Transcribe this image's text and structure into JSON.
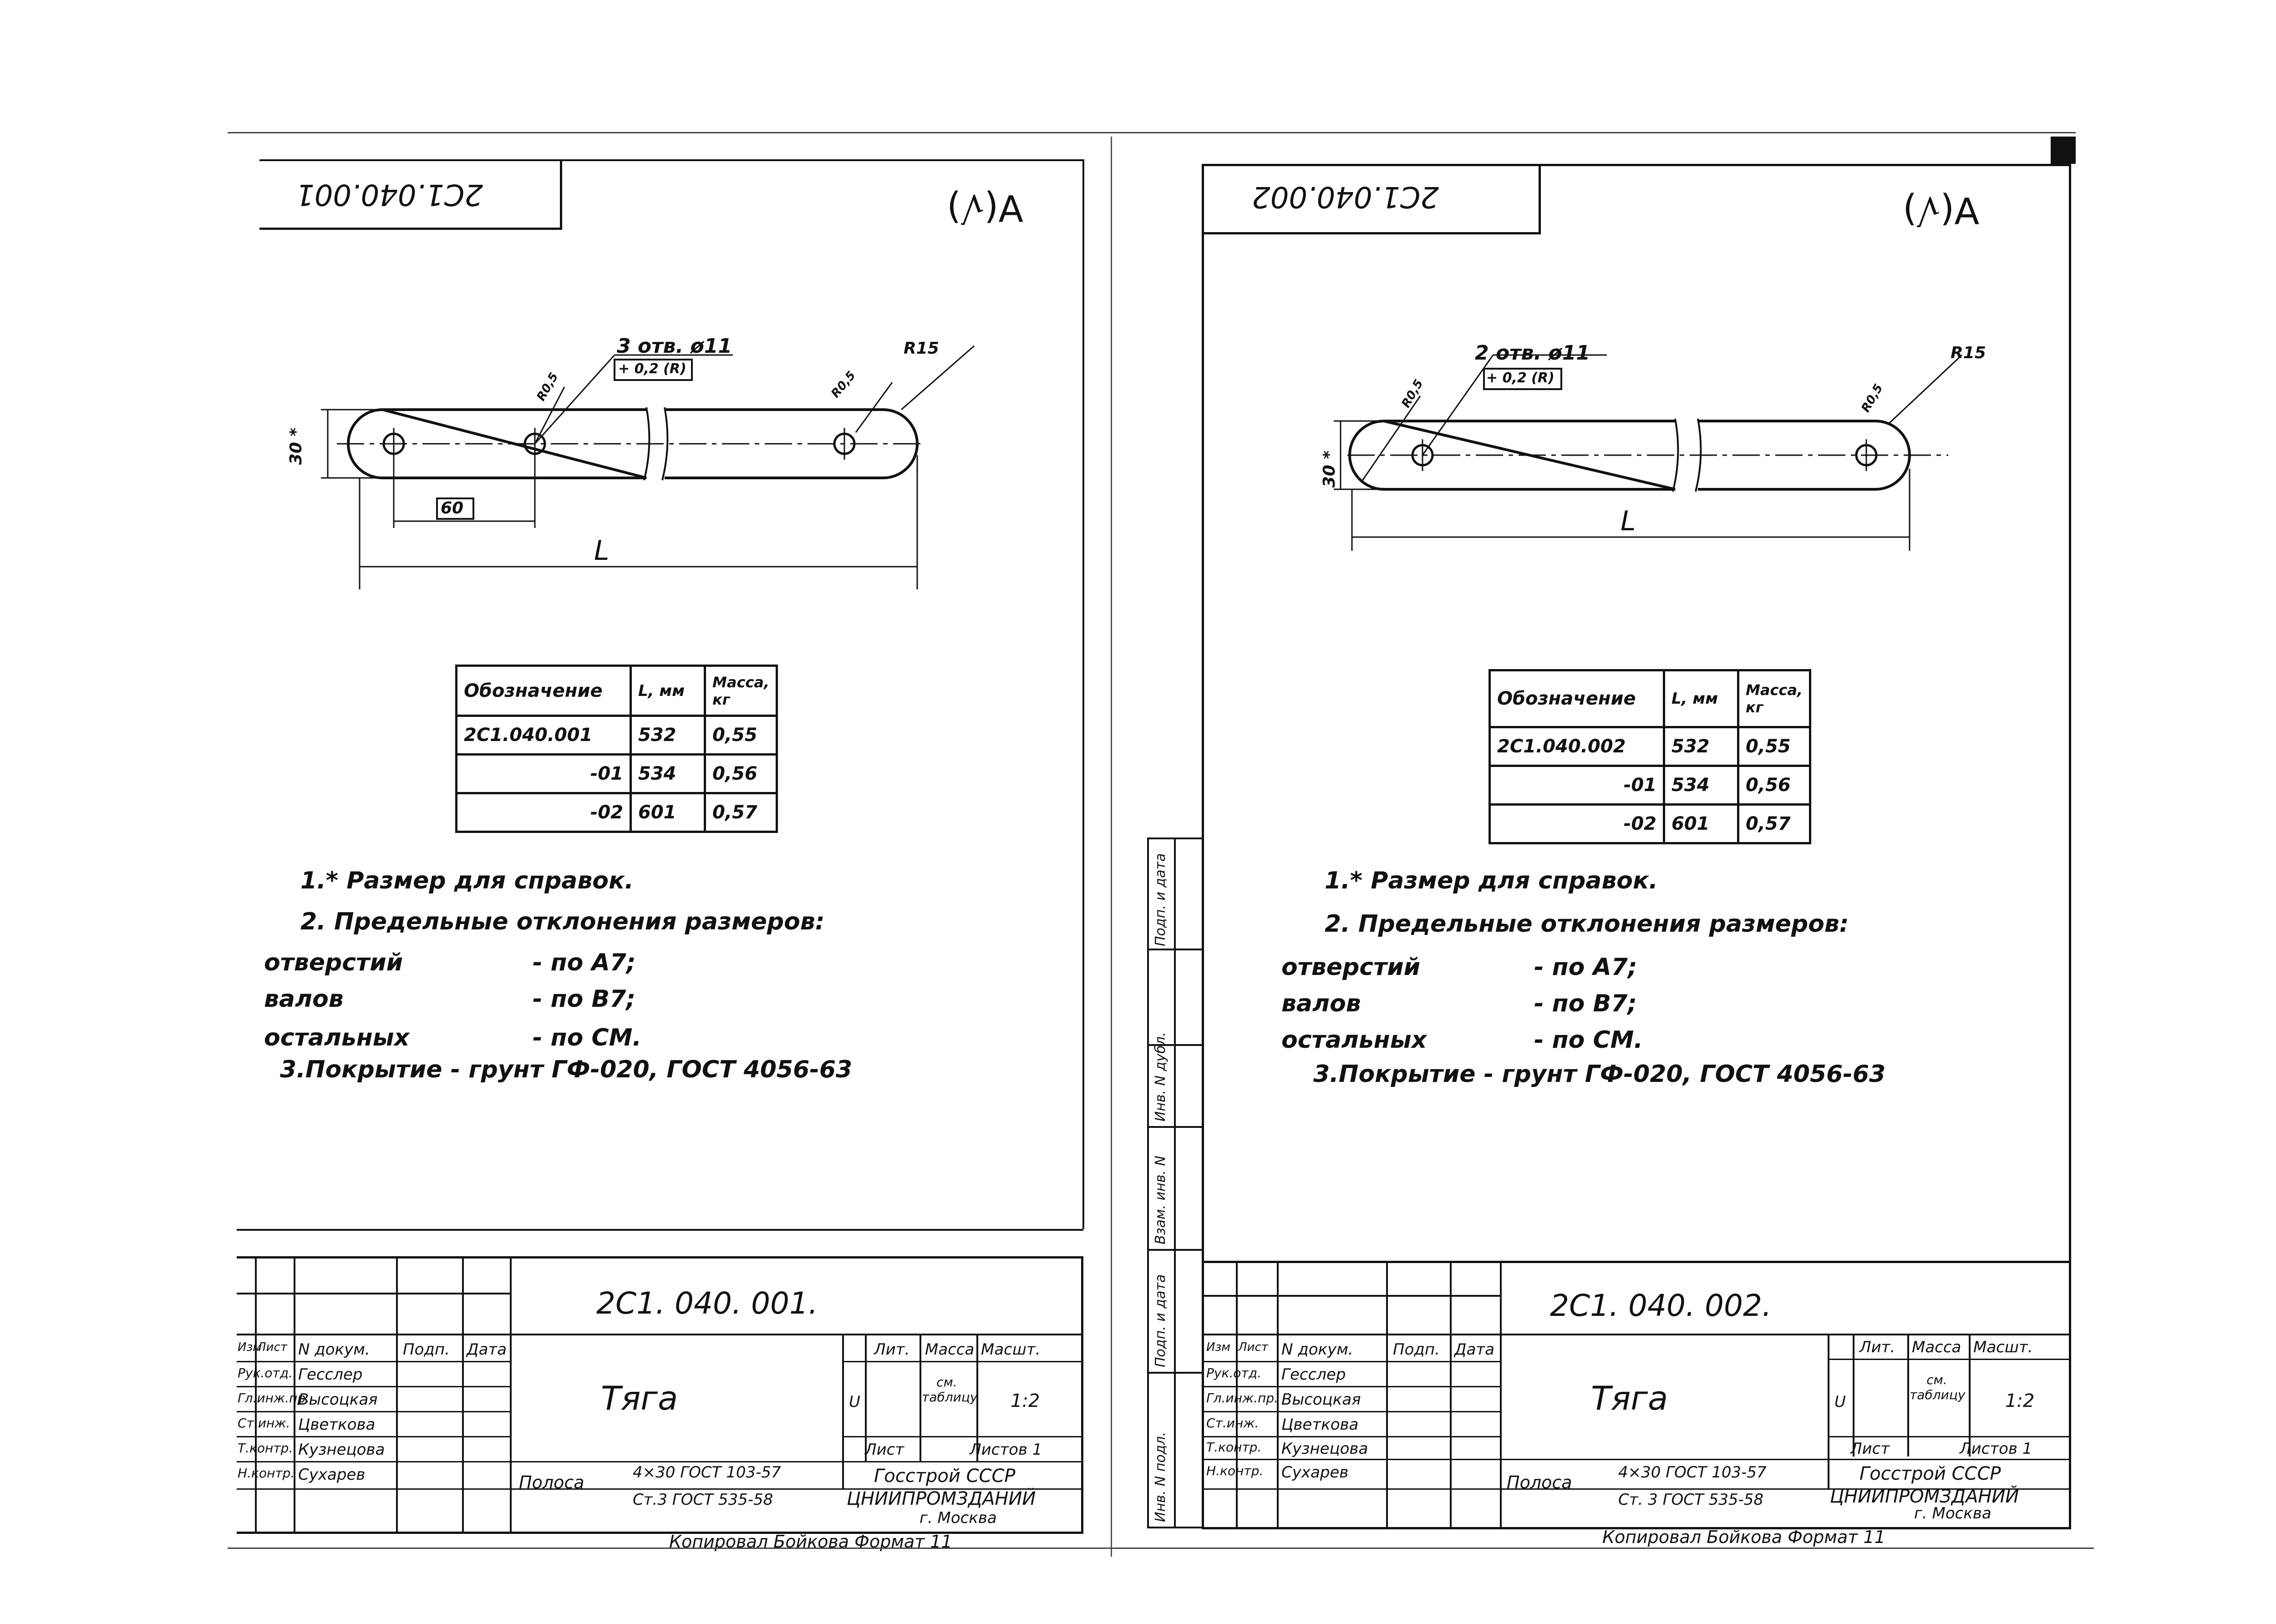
{
  "left": {
    "code_box": "2С1.040.001",
    "roughness": "∀(√)",
    "holes_note": "3 отв. ø11",
    "tolerance": "+ 0,2 (R)",
    "radius": "R15",
    "dim_height": "30 *",
    "dim_pitch": "60",
    "dim_length": "L",
    "dim_r": "R0,5",
    "table": {
      "headers": [
        "Обозначение",
        "L, мм",
        "Масса, кг"
      ],
      "rows": [
        [
          "2С1.040.001",
          "532",
          "0,55"
        ],
        [
          "-01",
          "534",
          "0,56"
        ],
        [
          "-02",
          "601",
          "0,57"
        ]
      ]
    },
    "notes": {
      "n1": "1.* Размер для справок.",
      "n2": "2. Предельные отклонения размеров:",
      "r1_label": "отверстий",
      "r1_value": "- по А7;",
      "r2_label": "валов",
      "r2_value": "- по В7;",
      "r3_label": "остальных",
      "r3_value": "- по СМ.",
      "n3": "3.Покрытие - грунт ГФ-020, ГОСТ 4056-63"
    },
    "titleblock": {
      "doc_code": "2С1. 040. 001.",
      "name": "Тяга",
      "lit_hdr": "Лит.",
      "mass_hdr": "Масса",
      "scale_hdr": "Масшт.",
      "lit": "U",
      "mass": "см. таблицу",
      "scale": "1:2",
      "sheet": "Лист",
      "sheets": "Листов 1",
      "org1": "Госстрой СССР",
      "org2": "ЦНИИПРОМЗДАНИЙ",
      "city": "г. Москва",
      "material_name": "Полоса",
      "material1": "4×30 ГОСТ 103-57",
      "material2": "Ст.3 ГОСТ 535-58",
      "hdr_izm": "Изм",
      "hdr_list": "Лист",
      "hdr_ndoc": "N докум.",
      "hdr_podp": "Подп.",
      "hdr_data": "Дата",
      "roles": [
        "Рук.отд.",
        "Гл.инж.пр.",
        "Ст.инж.",
        "Т.контр.",
        "Н.контр."
      ],
      "names": [
        "Гесслер",
        "Высоцкая",
        "Цветкова",
        "Кузнецова",
        "Сухарев"
      ]
    },
    "footer": "Копировал Бойкова    Формат 11"
  },
  "right": {
    "code_box": "2С1.040.002",
    "roughness": "∀(√)",
    "holes_note": "2 отв. ø11",
    "tolerance": "+ 0,2 (R)",
    "radius": "R15",
    "dim_height": "30 *",
    "dim_length": "L",
    "dim_r": "R0,5",
    "table": {
      "headers": [
        "Обозначение",
        "L, мм",
        "Масса, кг"
      ],
      "rows": [
        [
          "2С1.040.002",
          "532",
          "0,55"
        ],
        [
          "-01",
          "534",
          "0,56"
        ],
        [
          "-02",
          "601",
          "0,57"
        ]
      ]
    },
    "notes": {
      "n1": "1.* Размер для справок.",
      "n2": "2. Предельные отклонения размеров:",
      "r1_label": "отверстий",
      "r1_value": "- по А7;",
      "r2_label": "валов",
      "r2_value": "- по В7;",
      "r3_label": "остальных",
      "r3_value": "- по СМ.",
      "n3": "3.Покрытие - грунт ГФ-020, ГОСТ 4056-63"
    },
    "titleblock": {
      "doc_code": "2С1. 040. 002.",
      "name": "Тяга",
      "lit_hdr": "Лит.",
      "mass_hdr": "Масса",
      "scale_hdr": "Масшт.",
      "lit": "U",
      "mass": "см. таблицу",
      "scale": "1:2",
      "sheet": "Лист",
      "sheets": "Листов 1",
      "org1": "Госстрой СССР",
      "org2": "ЦНИИПРОМЗДАНИЙ",
      "city": "г. Москва",
      "material_name": "Полоса",
      "material1": "4×30 ГОСТ 103-57",
      "material2": "Ст. 3 ГОСТ 535-58",
      "hdr_izm": "Изм",
      "hdr_list": "Лист",
      "hdr_ndoc": "N докум.",
      "hdr_podp": "Подп.",
      "hdr_data": "Дата",
      "roles": [
        "Рук.отд.",
        "Гл.инж.пр.",
        "Ст.инж.",
        "Т.контр.",
        "Н.контр."
      ],
      "names": [
        "Гесслер",
        "Высоцкая",
        "Цветкова",
        "Кузнецова",
        "Сухарев"
      ],
      "side_labels": [
        "Инв. N подл.",
        "Подп. и дата",
        "Взам. инв. N",
        "Инв. N дубл.",
        "Подп. и дата"
      ]
    },
    "footer": "Копировал Бойкова    Формат 11"
  }
}
